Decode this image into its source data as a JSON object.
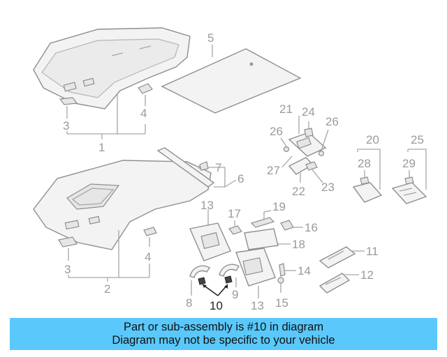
{
  "callouts": {
    "c1": "1",
    "c2": "2",
    "c3a": "3",
    "c3b": "3",
    "c4a": "4",
    "c4b": "4",
    "c5": "5",
    "c6": "6",
    "c7": "7",
    "c8": "8",
    "c9": "9",
    "c10": "10",
    "c11": "11",
    "c12": "12",
    "c13a": "13",
    "c13b": "13",
    "c14": "14",
    "c15": "15",
    "c16": "16",
    "c17": "17",
    "c18": "18",
    "c19": "19",
    "c20": "20",
    "c21": "21",
    "c22": "22",
    "c23": "23",
    "c24": "24",
    "c25": "25",
    "c26a": "26",
    "c26b": "26",
    "c27": "27",
    "c28": "28",
    "c29": "29"
  },
  "highlight_color": "#222222",
  "banner": {
    "line1": "Part or sub-assembly is #10 in diagram",
    "line2": "Diagram may not be specific to your vehicle",
    "color": "#5ac8fa"
  }
}
